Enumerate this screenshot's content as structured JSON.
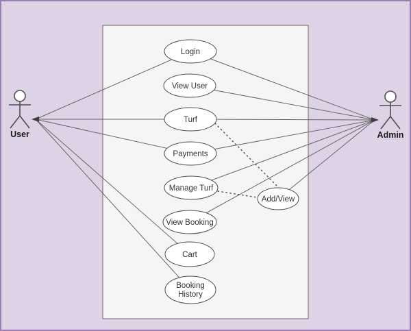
{
  "diagram_type": "uml-use-case-diagram",
  "actors": {
    "user": {
      "label": "User"
    },
    "admin": {
      "label": "Admin"
    }
  },
  "use_cases": {
    "login": {
      "label": "Login"
    },
    "view_user": {
      "label": "View User"
    },
    "turf": {
      "label": "Turf"
    },
    "payments": {
      "label": "Payments"
    },
    "manage_turf": {
      "label": "Manage Turf"
    },
    "view_booking": {
      "label": "View Booking"
    },
    "cart": {
      "label": "Cart"
    },
    "booking_history": {
      "label": "Booking History",
      "line1": "Booking",
      "line2": "History"
    },
    "add_view": {
      "label": "Add/View"
    }
  },
  "relationships": {
    "user_associations": [
      "Login",
      "Turf",
      "Payments",
      "Cart",
      "Booking History"
    ],
    "admin_associations": [
      "Login",
      "View User",
      "Turf",
      "Payments",
      "Manage Turf",
      "View Booking",
      "Add/View"
    ],
    "dotted_links": [
      {
        "from": "Turf",
        "to": "Add/View"
      },
      {
        "from": "Manage Turf",
        "to": "Add/View"
      }
    ]
  },
  "colors": {
    "background": "#ded3e6",
    "canvas_border": "#9a7fae",
    "boundary_fill": "#f5f5f5",
    "boundary_stroke": "#666666",
    "edge": "#666666",
    "node_fill": "#ffffff",
    "node_stroke": "#4d4d4d",
    "text": "#333333"
  }
}
